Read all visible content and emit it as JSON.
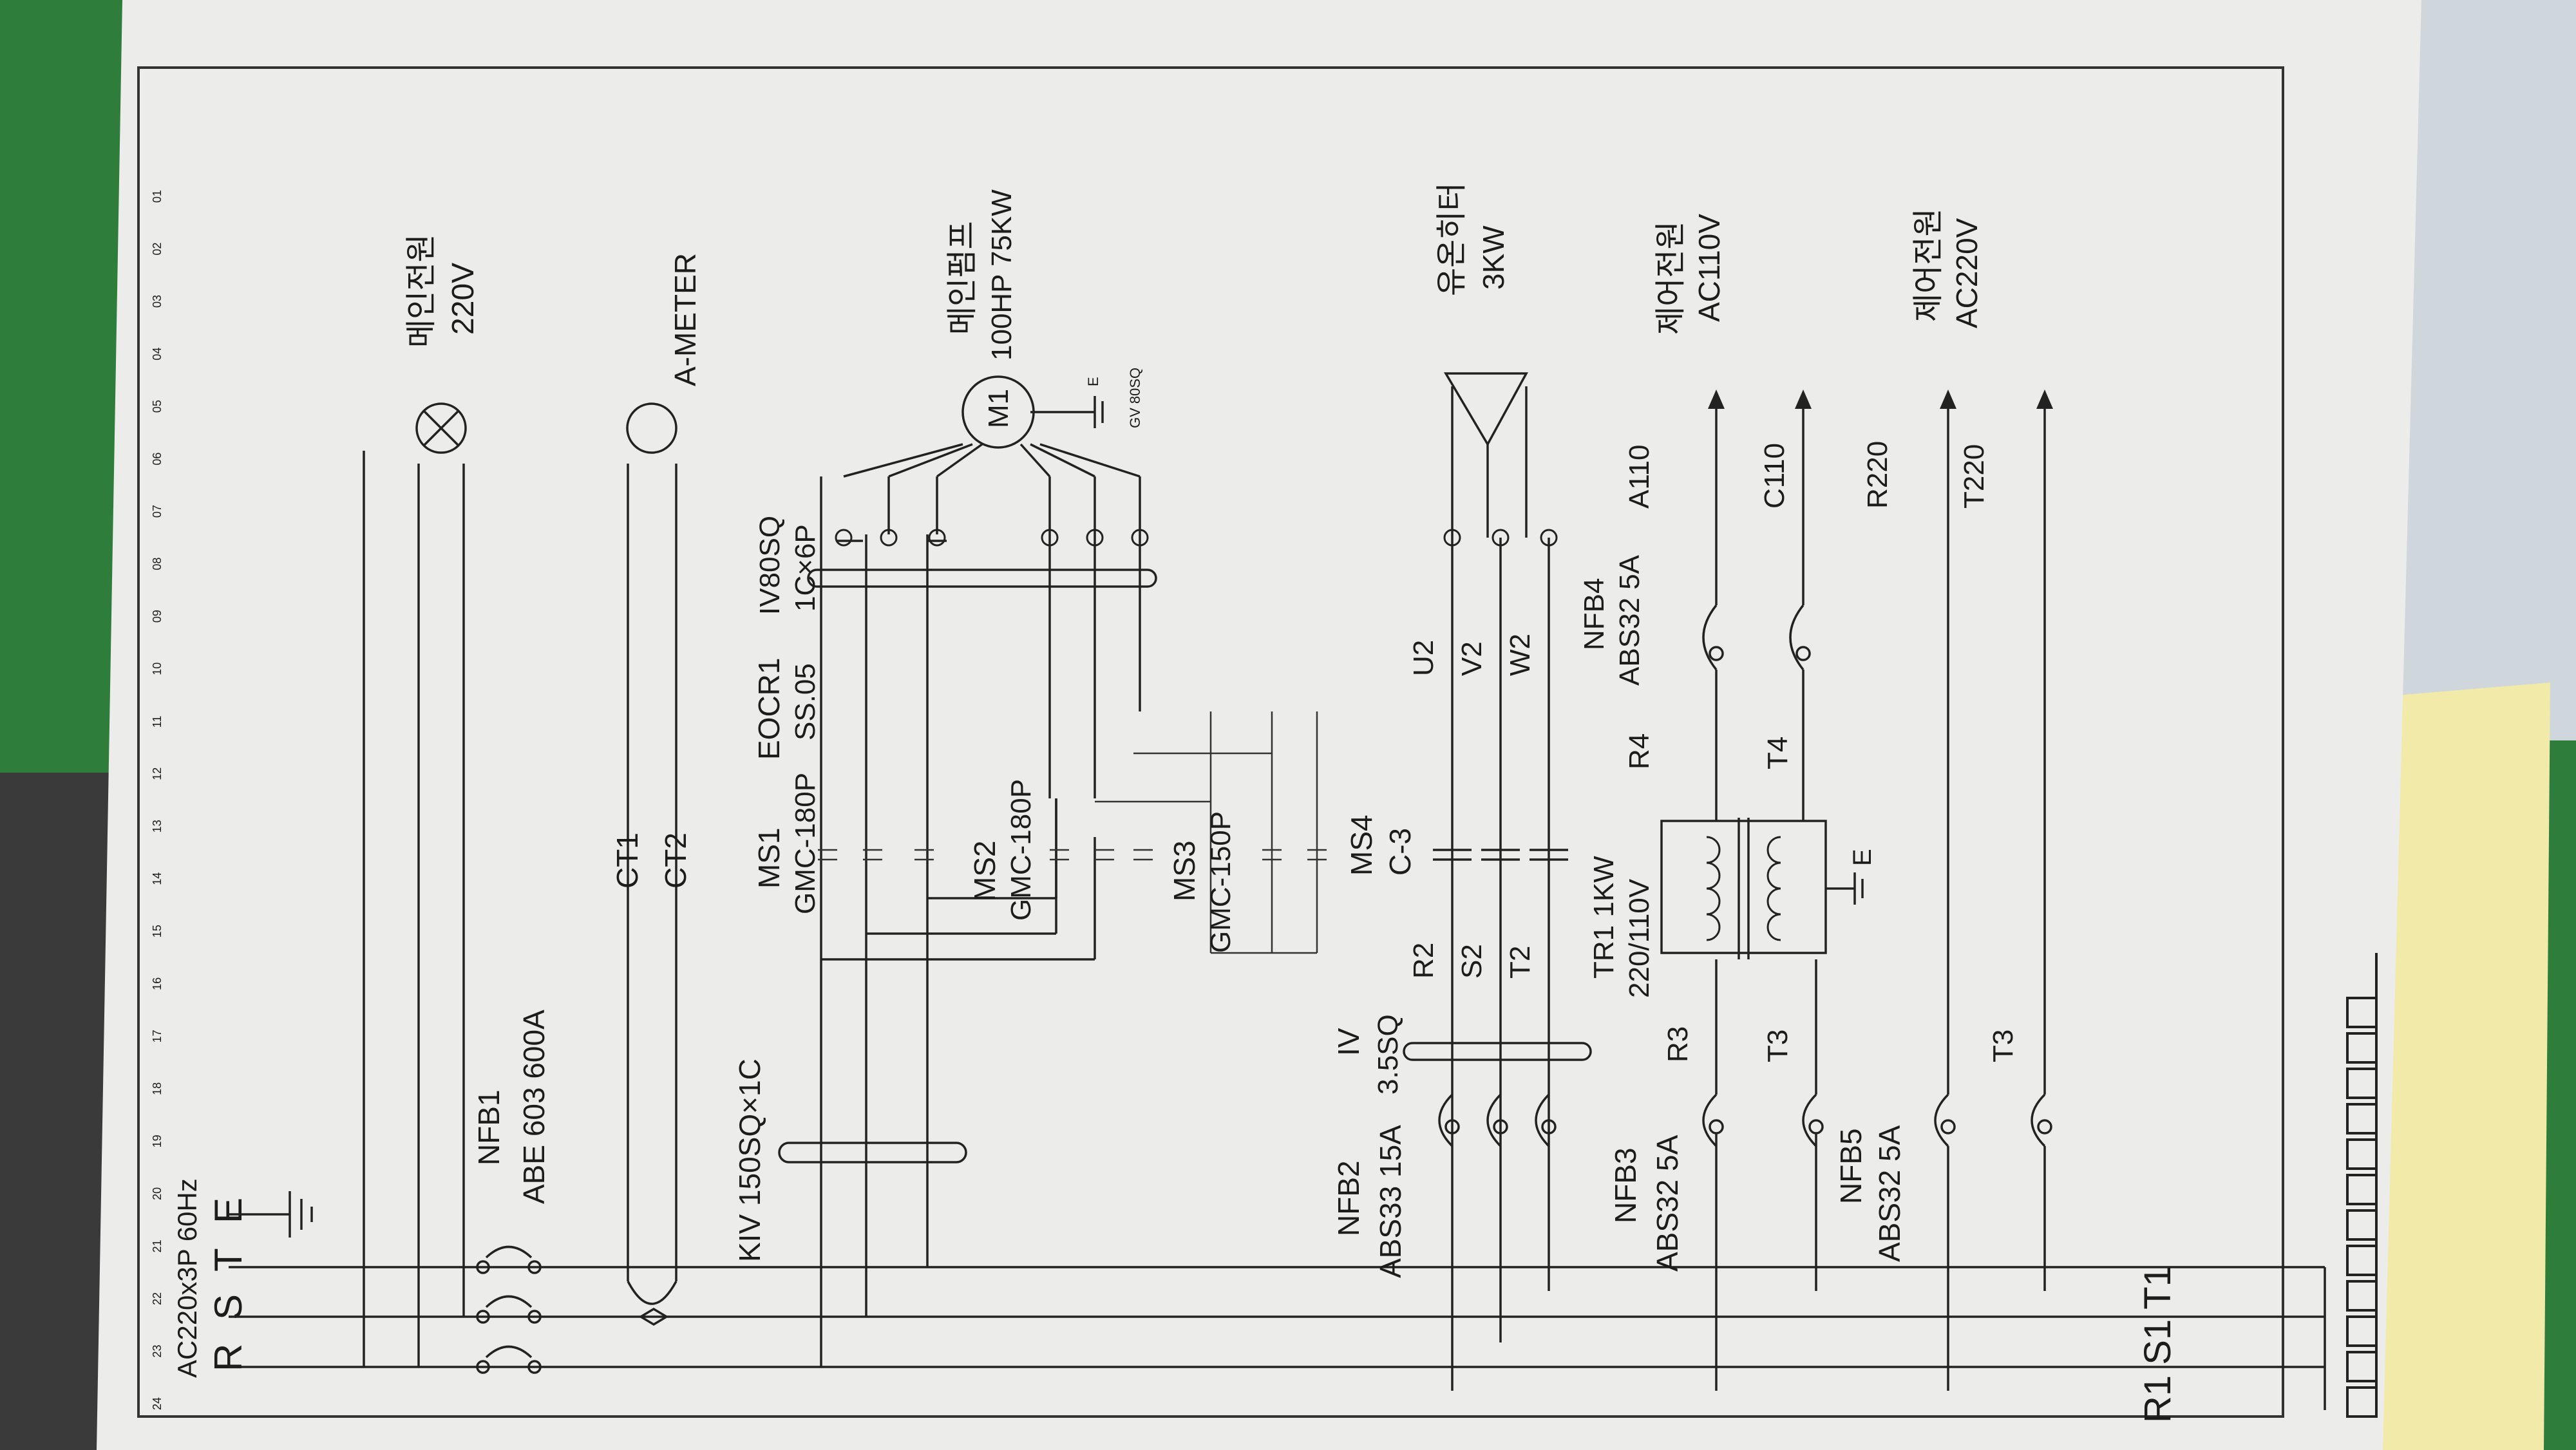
{
  "supply": {
    "title": "AC220x3P 60Hz",
    "phases": [
      "R",
      "S",
      "T",
      "E"
    ]
  },
  "row_numbers": [
    "01",
    "02",
    "03",
    "04",
    "05",
    "06",
    "07",
    "08",
    "09",
    "10",
    "11",
    "12",
    "13",
    "14",
    "15",
    "16",
    "17",
    "18",
    "19",
    "20",
    "21",
    "22",
    "23",
    "24"
  ],
  "main_power": {
    "name": "메인전원",
    "voltage": "220V"
  },
  "nfb1": {
    "name": "NFB1",
    "spec": "ABE 603 600A"
  },
  "ct": {
    "ct1": "CT1",
    "ct2": "CT2",
    "meter": "A-METER"
  },
  "kiv": {
    "spec": "KIV 150SQ×1C"
  },
  "ms1": {
    "name": "MS1",
    "spec": "GMC-180P"
  },
  "eocr": {
    "name": "EOCR1",
    "spec": "SS.05"
  },
  "iv80": {
    "name": "IV80SQ",
    "spec": "1C×6P"
  },
  "ms2": {
    "name": "MS2",
    "spec": "GMC-180P"
  },
  "ms3": {
    "name": "MS3",
    "spec": "GMC-150P"
  },
  "pump": {
    "name": "메인펌프",
    "spec": "100HP 75KW",
    "motor": "M1",
    "ground_label": "GV 80SQ",
    "e": "E"
  },
  "heater_branch": {
    "nfb2_name": "NFB2",
    "nfb2_spec": "ABS33 15A",
    "iv_name": "IV",
    "iv_spec": "3.5SQ",
    "r2": "R2",
    "s2": "S2",
    "t2": "T2",
    "ms4_name": "MS4",
    "ms4_spec": "C-3",
    "u2": "U2",
    "v2": "V2",
    "w2": "W2",
    "heater_name": "유온히터",
    "heater_spec": "3KW"
  },
  "control_branch": {
    "nfb3_name": "NFB3",
    "nfb3_spec": "ABS32 5A",
    "r3": "R3",
    "t3a": "T3",
    "tr_name": "TR1 1KW",
    "tr_spec": "220/110V",
    "r4": "R4",
    "t4": "T4",
    "e": "E",
    "nfb4_name": "NFB4",
    "nfb4_spec": "ABS32 5A",
    "a110": "A110",
    "c110": "C110",
    "ctrl110_name": "제어전원",
    "ctrl110_spec": "AC110V",
    "nfb5_name": "NFB5",
    "nfb5_spec": "ABS32 5A",
    "t3b": "T3",
    "r220": "R220",
    "t220": "T220",
    "ctrl220_name": "제어전원",
    "ctrl220_spec": "AC220V"
  },
  "bottom_terminals": {
    "labels": "R1 S1 T1"
  }
}
